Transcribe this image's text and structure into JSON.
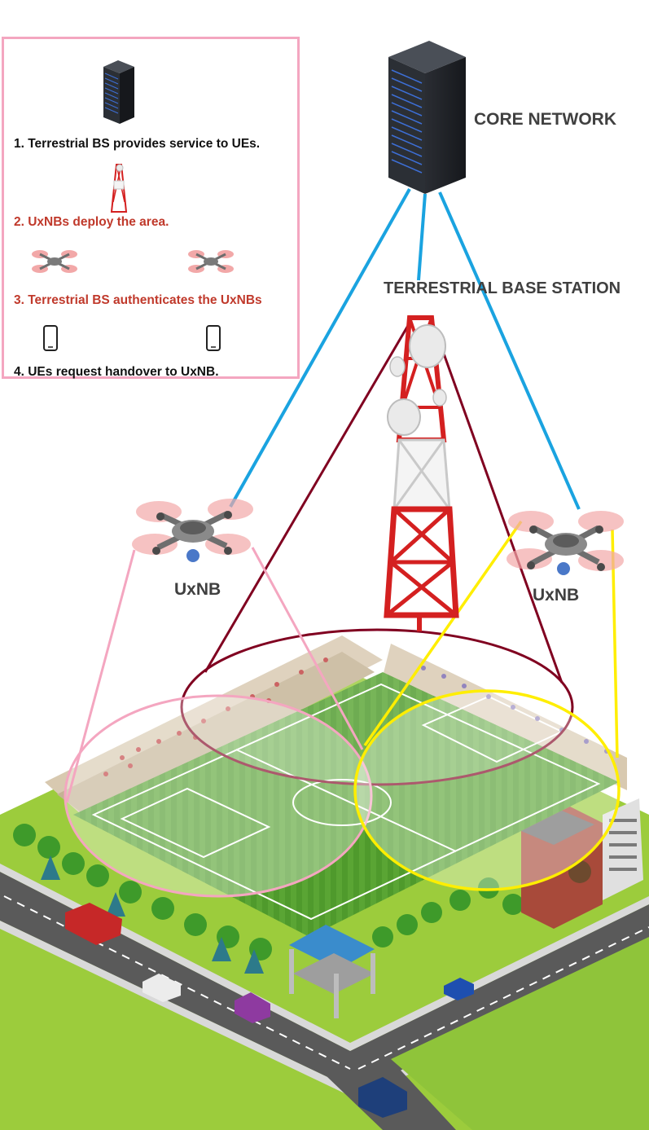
{
  "legend": {
    "step1": "1. Terrestrial BS provides service to UEs.",
    "step2": "2. UxNBs deploy the area.",
    "step3": "3. Terrestrial BS authenticates the UxNBs",
    "step4": "4. UEs request handover to UxNB."
  },
  "labels": {
    "core_network": "CORE NETWORK",
    "base_station": "TERRESTRIAL BASE STATION",
    "uxnb_left": "UxNB",
    "uxnb_right": "UxNB"
  },
  "colors": {
    "legend_border": "#f4a6c0",
    "step_black": "#111111",
    "step_red": "#c0392b",
    "link_blue": "#1aa3e0",
    "bs_coverage": "#800020",
    "left_uxnb_coverage": "#f4a6c0",
    "right_uxnb_coverage": "#ffee00"
  },
  "icons": {
    "server": "server-rack-icon",
    "tower": "cell-tower-icon",
    "drone": "drone-icon",
    "phone": "smartphone-icon"
  }
}
